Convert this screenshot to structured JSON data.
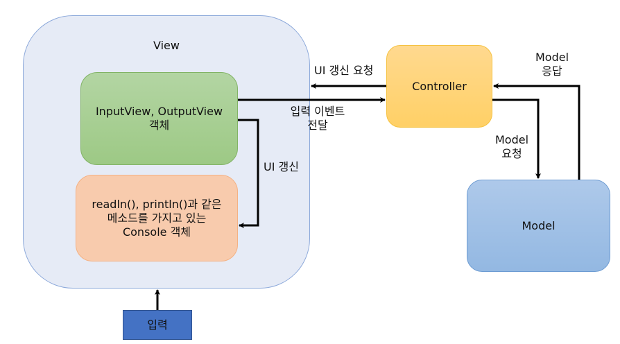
{
  "nodes": {
    "view": "View",
    "input_output_view": [
      "InputView, OutputView",
      "객체"
    ],
    "console": [
      "readln(), println()과 같은",
      "메소드를 가지고 있는",
      "Console 객체"
    ],
    "controller": "Controller",
    "model": "Model",
    "input": "입력"
  },
  "edges": {
    "ui_update_request": "UI 갱신 요청",
    "input_event_delivery": [
      "입력 이벤트",
      "전달"
    ],
    "ui_update": "UI 갱신",
    "model_request": [
      "Model",
      "요청"
    ],
    "model_response": [
      "Model",
      "응답"
    ]
  },
  "colors": {
    "view_fill": "#e6ebf6",
    "view_object_fill": "#a9d18e",
    "console_fill": "#f8cbad",
    "controller_fill": "#ffd966",
    "model_fill": "#9dc3e6",
    "input_fill": "#4472c4",
    "arrow": "#000000"
  }
}
